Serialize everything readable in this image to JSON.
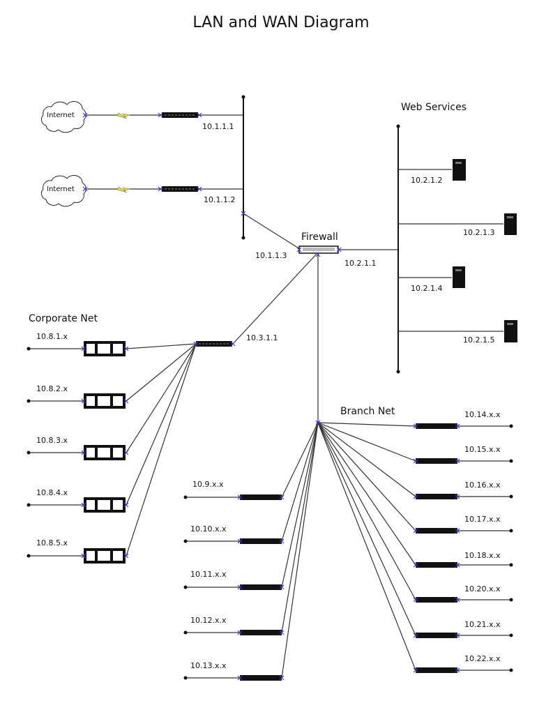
{
  "title": "LAN and WAN Diagram",
  "sections": {
    "web_services": "Web Services",
    "firewall": "Firewall",
    "corporate_net": "Corporate Net",
    "branch_net": "Branch Net"
  },
  "internet": [
    {
      "label": "Internet",
      "ip": "10.1.1.1"
    },
    {
      "label": "Internet",
      "ip": "10.1.1.2"
    }
  ],
  "firewall_ips": {
    "inside": "10.1.1.3",
    "web": "10.2.1.1",
    "corporate": "10.3.1.1"
  },
  "web_servers": [
    "10.2.1.2",
    "10.2.1.3",
    "10.2.1.4",
    "10.2.1.5"
  ],
  "corporate_subnets": [
    "10.8.1.x",
    "10.8.2.x",
    "10.8.3.x",
    "10.8.4.x",
    "10.8.5.x"
  ],
  "branch_left_subnets": [
    "10.9.x.x",
    "10.10.x.x",
    "10.11.x.x",
    "10.12.x.x",
    "10.13.x.x"
  ],
  "branch_right_subnets": [
    "10.14.x.x",
    "10.15.x.x",
    "10.16.x.x",
    "10.17.x.x",
    "10.18.x.x",
    "10.20.x.x",
    "10.21.x.x",
    "10.22.x.x"
  ],
  "colors": {
    "line": "#333333",
    "lightning": "#e8e020",
    "device": "#111111",
    "connector": "#3a3ad0"
  }
}
